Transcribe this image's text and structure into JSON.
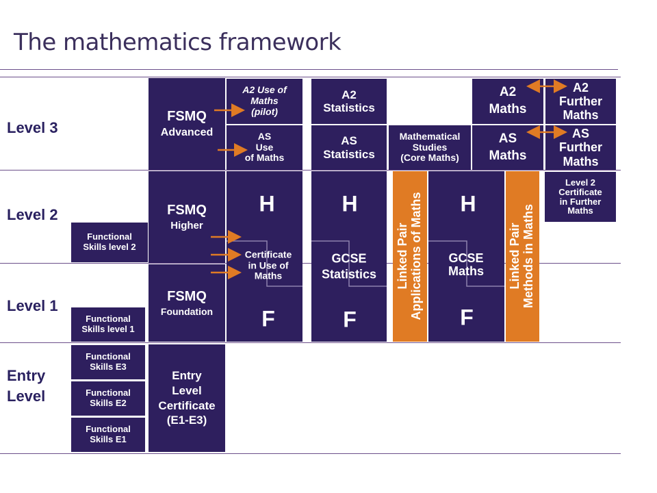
{
  "title": "The mathematics framework",
  "colors": {
    "box": "#2e1f5e",
    "accent": "#e07b24",
    "line": "#6b4e8a",
    "title": "#3b2f5c"
  },
  "levels": {
    "l3": "Level 3",
    "l2": "Level 2",
    "l1": "Level 1",
    "entry_1": "Entry",
    "entry_2": "Level"
  },
  "functional": {
    "l2_a": "Functional",
    "l2_b": "Skills level 2",
    "l1_a": "Functional",
    "l1_b": "Skills level 1",
    "e3_a": "Functional",
    "e3_b": "Skills E3",
    "e2_a": "Functional",
    "e2_b": "Skills E2",
    "e1_a": "Functional",
    "e1_b": "Skills E1"
  },
  "fsmq": {
    "adv_a": "FSMQ",
    "adv_b": "Advanced",
    "hi_a": "FSMQ",
    "hi_b": "Higher",
    "fo_a": "FSMQ",
    "fo_b": "Foundation"
  },
  "entry_cert": {
    "a": "Entry",
    "b": "Level",
    "c": "Certificate",
    "d": "(E1-E3)"
  },
  "use_of_maths": {
    "a2_a": "A2 Use of",
    "a2_b": "Maths",
    "a2_c": "(pilot)",
    "as_a": "AS",
    "as_b": "Use",
    "as_c": "of Maths",
    "h": "H",
    "cert_a": "Certificate",
    "cert_b": "in Use of",
    "cert_c": "Maths",
    "f": "F"
  },
  "statistics": {
    "a2_a": "A2",
    "a2_b": "Statistics",
    "as_a": "AS",
    "as_b": "Statistics",
    "h": "H",
    "gcse_a": "GCSE",
    "gcse_b": "Statistics",
    "f": "F"
  },
  "core": {
    "a": "Mathematical",
    "b": "Studies",
    "c": "(Core Maths)"
  },
  "linked_app": {
    "a": "Linked Pair",
    "b": "Applications of Maths"
  },
  "maths": {
    "a2_a": "A2",
    "a2_b": "Maths",
    "as_a": "AS",
    "as_b": "Maths",
    "h": "H",
    "gcse_a": "GCSE",
    "gcse_b": "Maths",
    "f": "F"
  },
  "linked_meth": {
    "a": "Linked Pair",
    "b": "Methods in Maths"
  },
  "further": {
    "a2_a": "A2",
    "a2_b": "Further",
    "a2_c": "Maths",
    "as_a": "AS",
    "as_b": "Further",
    "as_c": "Maths",
    "l2_a": "Level 2",
    "l2_b": "Certificate",
    "l2_c": "in Further",
    "l2_d": "Maths"
  }
}
